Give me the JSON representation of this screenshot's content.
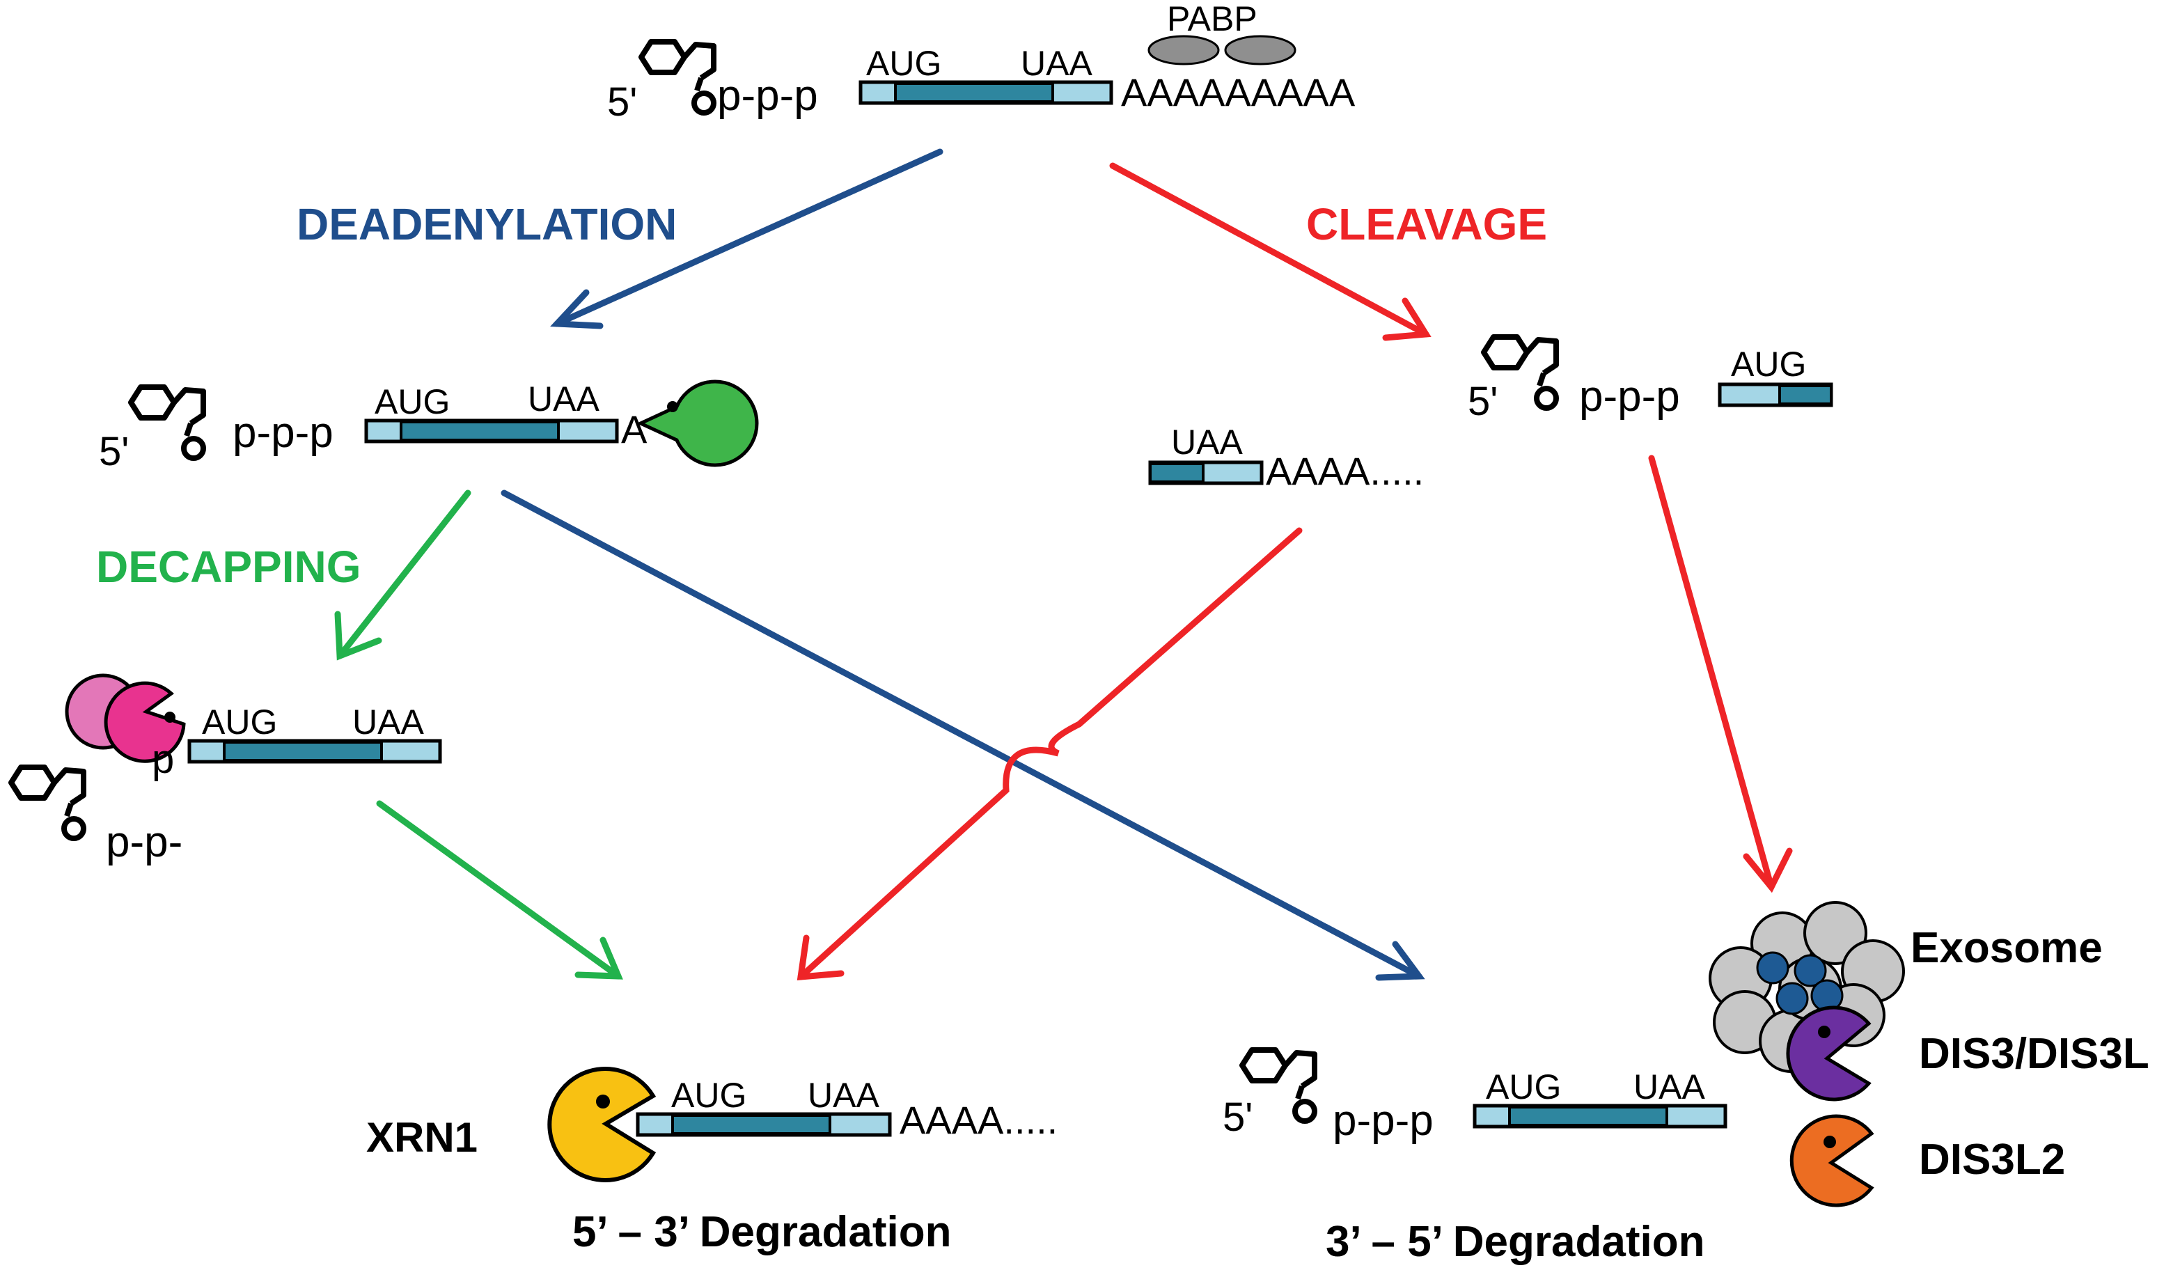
{
  "labels": {
    "five_prime": "5'",
    "triphosphate": "p-p-p",
    "diphosphate": "p-p-",
    "phosphate": "p",
    "aug": "AUG",
    "uaa": "UAA",
    "pabp": "PABP",
    "polya_full": "AAAAAAAAA",
    "polya_partial": "AAAA.....",
    "residual_a": "A"
  },
  "steps": {
    "deadenylation": "DEADENYLATION",
    "cleavage": "CLEAVAGE",
    "decapping": "DECAPPING"
  },
  "enzymes": {
    "xrn1": "XRN1",
    "exosome": "Exosome",
    "dis3": "DIS3/DIS3L",
    "dis3l2": "DIS3L2"
  },
  "outcomes": {
    "five_to_three": "5’ – 3’ Degradation",
    "three_to_five": "3’ – 5’ Degradation"
  },
  "colors": {
    "deadenylation": "#1f4e8c",
    "cleavage": "#ee2427",
    "decapping": "#22b24c",
    "rna_light": "#a4d6e6",
    "rna_dark": "#2e869f",
    "pabp": "#8f8f8f",
    "deadenylase": "#3fb54a",
    "decapping_enzyme": "#e8338f",
    "decapping_partner": "#e377b8",
    "xrn1": "#f8c112",
    "exosome_subunit": "#c7c7c7",
    "exosome_core": "#1e5a94",
    "dis3": "#6b2fa0",
    "dis3l2": "#ec6d22"
  },
  "icons": [
    "cap-structure-icon",
    "pacman-enzyme-icon",
    "exosome-complex-icon",
    "pabp-protein-icon"
  ]
}
